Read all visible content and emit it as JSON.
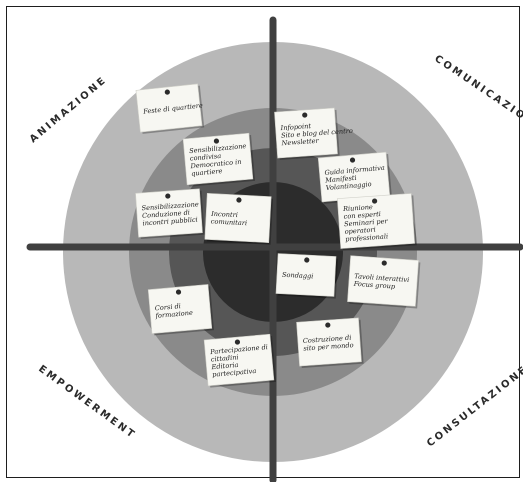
{
  "corners": {
    "top_left": "ANIMAZIONE",
    "top_right": "COMUNICAZIONE",
    "bottom_left": "EMPOWERMENT",
    "bottom_right": "CONSULTAZIONE"
  },
  "colors": {
    "outer_ring": "#b8b8b8",
    "middle_ring": "#8a8a8a",
    "inner_ring": "#565656",
    "core": "#2c2c2c",
    "axes": "#404040",
    "note": "#f7f7f2",
    "pin": "#2b2b2b"
  },
  "notes": [
    {
      "id": "feste-di-quartiere",
      "lines": [
        "Feste di quartiere"
      ]
    },
    {
      "id": "sensibilizzazione",
      "lines": [
        "Sensibilizzazione",
        "condivisa",
        "Democratico in",
        "quartiere"
      ]
    },
    {
      "id": "incontri-pubblici",
      "lines": [
        "Sensibilizzazione",
        "Conduzione di",
        "incontri pubblici"
      ]
    },
    {
      "id": "incontri-comunitari",
      "lines": [
        "Incontri",
        "comunitari"
      ]
    },
    {
      "id": "infopoint",
      "lines": [
        "Infopoint",
        "Sito e blog del centro",
        "Newsletter"
      ]
    },
    {
      "id": "guida-informativa",
      "lines": [
        "Guida informativa",
        "Manifesti",
        "Volantinaggio"
      ]
    },
    {
      "id": "riunione-esperti",
      "lines": [
        "Riunione",
        "con esperti",
        "Seminari per",
        "operatori",
        "professionali"
      ]
    },
    {
      "id": "sondaggi",
      "lines": [
        "Sondaggi"
      ]
    },
    {
      "id": "tavoli-interattivi",
      "lines": [
        "Tavoli interattivi",
        "Focus group"
      ]
    },
    {
      "id": "corsi-di-formazione",
      "lines": [
        "Corsi di",
        "formazione"
      ]
    },
    {
      "id": "costruzione-sito",
      "lines": [
        "Costruzione di",
        "sito per mondo"
      ]
    },
    {
      "id": "partecipazione-attivita",
      "lines": [
        "Partecipazione di",
        "cittadini",
        "Editoria",
        "partecipativa"
      ]
    }
  ]
}
